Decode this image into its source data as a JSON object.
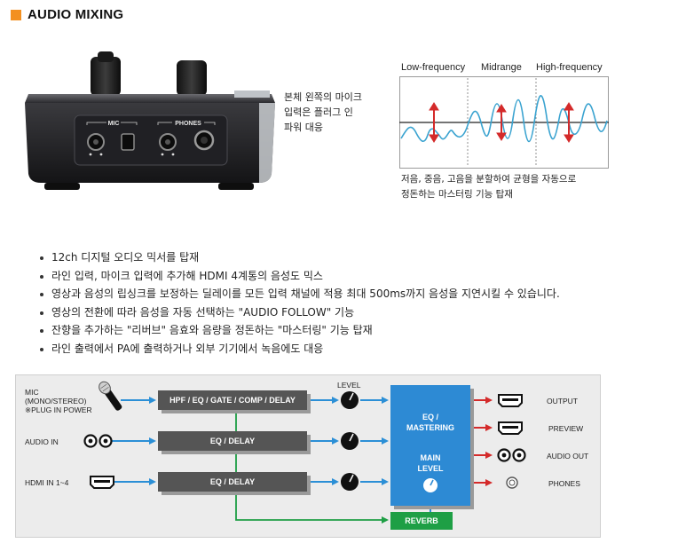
{
  "title": "AUDIO MIXING",
  "colors": {
    "accent": "#f39020",
    "mastering": "#2d8ad4",
    "reverb": "#1e9f45",
    "arrow_blue": "#2b8fd6",
    "arrow_red": "#d42a2a",
    "wave": "#3aa3d0"
  },
  "device": {
    "mic_label": "MIC",
    "phones_label": "PHONES",
    "caption_lines": [
      "본체 왼쪽의 마이크",
      "입력은 플러그 인",
      "파워 대응"
    ]
  },
  "waveform": {
    "labels": {
      "low": "Low-frequency",
      "mid": "Midrange",
      "high": "High-frequency"
    },
    "caption_lines": [
      "저음, 중음, 고음을 분할하여 균형을 자동으로",
      "정돈하는 마스터링 기능 탑재"
    ]
  },
  "bullets": [
    "12ch 디지털 오디오 믹서를 탑재",
    "라인 입력, 마이크 입력에 추가해 HDMI 4계통의 음성도 믹스",
    "영상과 음성의 립싱크를 보정하는 딜레이를 모든 입력 채널에 적용 최대 500ms까지 음성을 지연시킬 수 있습니다.",
    "영상의 전환에 따라 음성을 자동 선택하는 \"AUDIO FOLLOW\" 기능",
    "잔향을 추가하는 \"리버브\" 음효와 음량을 정돈하는 \"마스터링\" 기능 탑재",
    "라인 출력에서 PA에 출력하거나 외부 기기에서 녹음에도 대응"
  ],
  "diagram": {
    "inputs": {
      "mic_lines": [
        "MIC",
        "(MONO/STEREO)",
        "※PLUG IN POWER"
      ],
      "audio_in": "AUDIO IN",
      "hdmi_in": "HDMI IN 1~4"
    },
    "level_label": "LEVEL",
    "processing": {
      "mic": "HPF / EQ / GATE / COMP / DELAY",
      "audio_in": "EQ / DELAY",
      "hdmi_in": "EQ / DELAY"
    },
    "mastering": {
      "line1": "EQ /",
      "line2": "MASTERING",
      "line3": "MAIN",
      "line4": "LEVEL"
    },
    "reverb": "REVERB",
    "outputs": {
      "output": "OUTPUT",
      "preview": "PREVIEW",
      "audio_out": "AUDIO OUT",
      "phones": "PHONES"
    }
  }
}
